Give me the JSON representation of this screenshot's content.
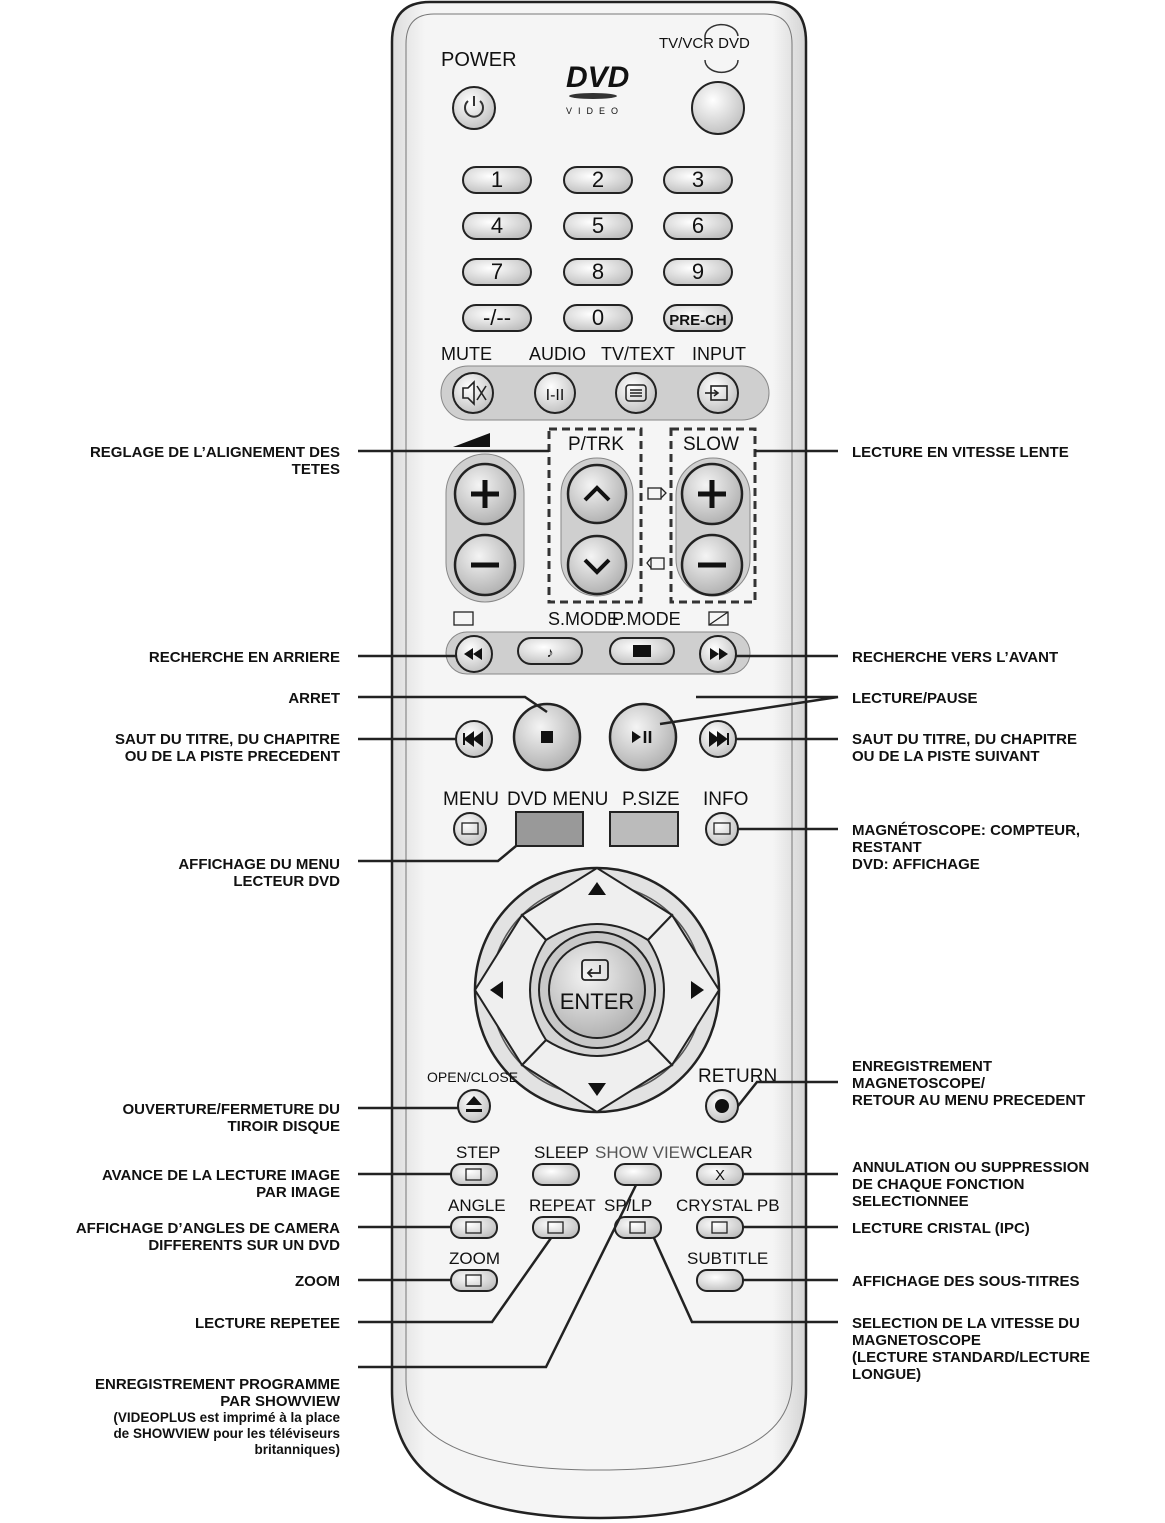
{
  "remote": {
    "top_labels": {
      "power": "POWER",
      "tv_vcr_dvd": "TV/VCR  DVD",
      "dvd_logo": "DVD",
      "dvd_video": "VIDEO"
    },
    "digits": [
      "1",
      "2",
      "3",
      "4",
      "5",
      "6",
      "7",
      "8",
      "9",
      "-/--",
      "0",
      "PRE-CH"
    ],
    "row_mute": [
      "MUTE",
      "AUDIO",
      "TV/TEXT",
      "INPUT"
    ],
    "audio_glyph": "I-II",
    "ptrk": "P/TRK",
    "slow": "SLOW",
    "mode_labels": [
      "S.MODE",
      "P.MODE"
    ],
    "menu_row": [
      "MENU",
      "DVD MENU",
      "P.SIZE",
      "INFO"
    ],
    "enter": "ENTER",
    "open_close": "OPEN/CLOSE",
    "return": "RETURN",
    "step_row": [
      "STEP",
      "SLEEP",
      "SHOW VIEW",
      "CLEAR"
    ],
    "angle_row": [
      "ANGLE",
      "REPEAT",
      "SP/LP",
      "CRYSTAL PB"
    ],
    "zoom": "ZOOM",
    "subtitle": "SUBTITLE",
    "clear_glyph": "X"
  },
  "callouts_left": [
    {
      "text": "REGLAGE DE L’ALIGNEMENT DES\nTETES"
    },
    {
      "text": "RECHERCHE EN ARRIERE"
    },
    {
      "text": "ARRET"
    },
    {
      "text": "SAUT DU TITRE, DU CHAPITRE\nOU DE LA PISTE PRECEDENT"
    },
    {
      "text": "AFFICHAGE DU MENU\nLECTEUR DVD"
    },
    {
      "text": "OUVERTURE/FERMETURE DU\nTIROIR DISQUE"
    },
    {
      "text": "AVANCE DE LA LECTURE IMAGE\nPAR IMAGE"
    },
    {
      "text": "AFFICHAGE D’ANGLES DE CAMERA\nDIFFERENTS SUR UN DVD"
    },
    {
      "text": "ZOOM"
    },
    {
      "text": "LECTURE REPETEE"
    },
    {
      "text": "ENREGISTREMENT PROGRAMME\nPAR SHOWVIEW",
      "note": "(VIDEOPLUS est imprimé à la place\nde SHOWVIEW pour les téléviseurs\nbritanniques)"
    }
  ],
  "callouts_right": [
    {
      "text": "LECTURE EN VITESSE LENTE"
    },
    {
      "text": "RECHERCHE VERS L’AVANT"
    },
    {
      "text": "LECTURE/PAUSE"
    },
    {
      "text": "SAUT DU TITRE, DU CHAPITRE\nOU DE LA PISTE SUIVANT"
    },
    {
      "text": "MAGNÉTOSCOPE: COMPTEUR,\nRESTANT\nDVD: AFFICHAGE"
    },
    {
      "text": "ENREGISTREMENT\nMAGNETOSCOPE/\nRETOUR AU MENU PRECEDENT"
    },
    {
      "text": "ANNULATION OU SUPPRESSION\nDE CHAQUE FONCTION\nSELECTIONNEE"
    },
    {
      "text": "LECTURE CRISTAL (IPC)"
    },
    {
      "text": "AFFICHAGE DES SOUS-TITRES"
    },
    {
      "text": "SELECTION DE LA VITESSE DU\nMAGNETOSCOPE\n(LECTURE STANDARD/LECTURE\nLONGUE)"
    }
  ]
}
